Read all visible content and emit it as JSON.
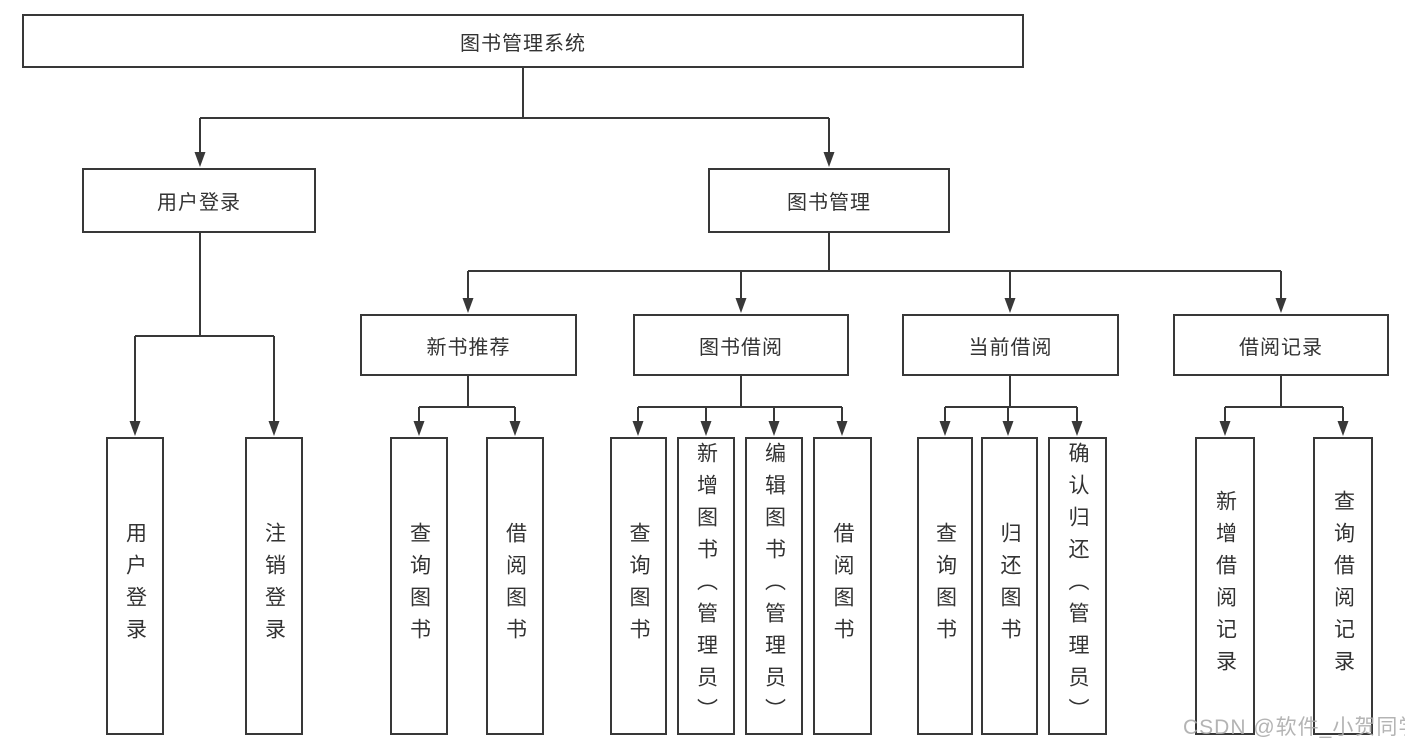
{
  "diagram": {
    "root": {
      "label": "图书管理系统"
    },
    "user_login": {
      "label": "用户登录",
      "children": [
        {
          "label": "用户登录"
        },
        {
          "label": "注销登录"
        }
      ]
    },
    "book_management": {
      "label": "图书管理",
      "sections": [
        {
          "label": "新书推荐",
          "children": [
            {
              "label": "查询图书"
            },
            {
              "label": "借阅图书"
            }
          ]
        },
        {
          "label": "图书借阅",
          "children": [
            {
              "label": "查询图书"
            },
            {
              "label": "新增图书（管理员）"
            },
            {
              "label": "编辑图书（管理员）"
            },
            {
              "label": "借阅图书"
            }
          ]
        },
        {
          "label": "当前借阅",
          "children": [
            {
              "label": "查询图书"
            },
            {
              "label": "归还图书"
            },
            {
              "label": "确认归还（管理员）"
            }
          ]
        },
        {
          "label": "借阅记录",
          "children": [
            {
              "label": "新增借阅记录"
            },
            {
              "label": "查询借阅记录"
            }
          ]
        }
      ]
    }
  },
  "watermark": {
    "text": "CSDN @软件_小贺同学"
  },
  "colors": {
    "line": "#383838",
    "text": "#333333",
    "watermark": "#acacac",
    "background": "#ffffff"
  }
}
